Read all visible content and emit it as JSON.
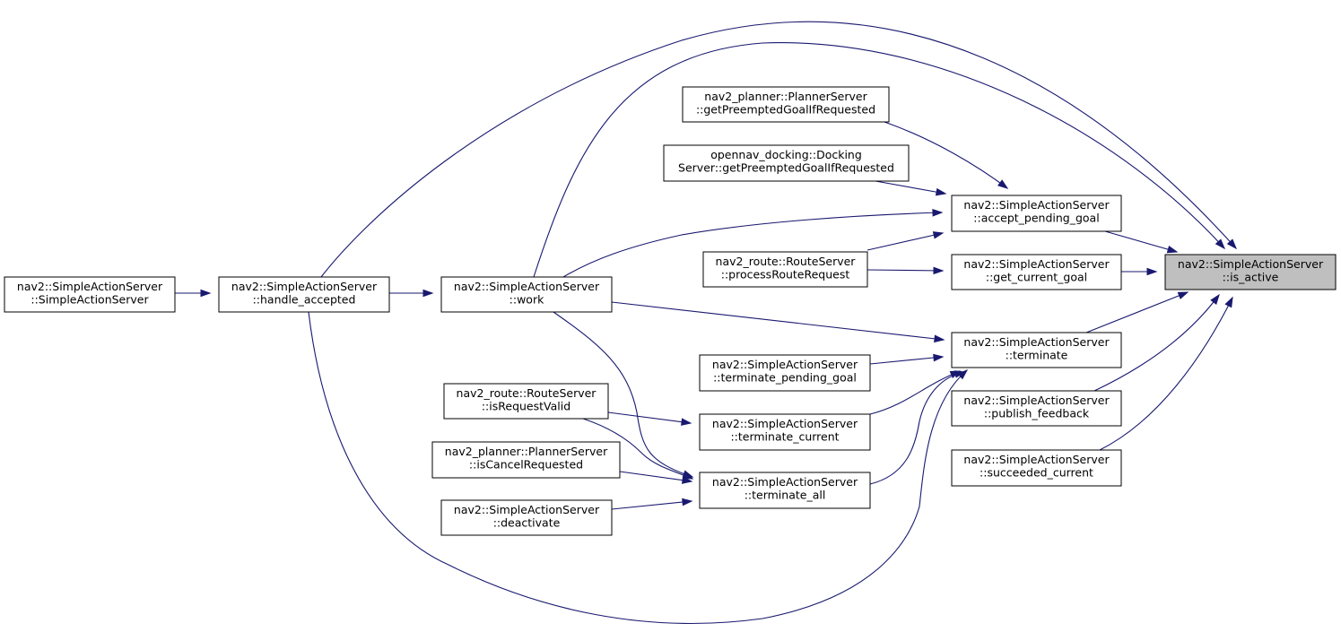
{
  "graph": {
    "nodes": [
      {
        "id": "is_active",
        "lines": [
          "nav2::SimpleActionServer",
          "::is_active"
        ],
        "highlighted": true
      },
      {
        "id": "accept_pending_goal",
        "lines": [
          "nav2::SimpleActionServer",
          "::accept_pending_goal"
        ]
      },
      {
        "id": "get_current_goal",
        "lines": [
          "nav2::SimpleActionServer",
          "::get_current_goal"
        ]
      },
      {
        "id": "terminate",
        "lines": [
          "nav2::SimpleActionServer",
          "::terminate"
        ]
      },
      {
        "id": "publish_feedback",
        "lines": [
          "nav2::SimpleActionServer",
          "::publish_feedback"
        ]
      },
      {
        "id": "succeeded_current",
        "lines": [
          "nav2::SimpleActionServer",
          "::succeeded_current"
        ]
      },
      {
        "id": "planner_getPreempted",
        "lines": [
          "nav2_planner::PlannerServer",
          "::getPreemptedGoalIfRequested"
        ]
      },
      {
        "id": "docking_getPreempted",
        "lines": [
          "opennav_docking::Docking",
          "Server::getPreemptedGoalIfRequested"
        ]
      },
      {
        "id": "processRouteRequest",
        "lines": [
          "nav2_route::RouteServer",
          "::processRouteRequest"
        ]
      },
      {
        "id": "work",
        "lines": [
          "nav2::SimpleActionServer",
          "::work"
        ]
      },
      {
        "id": "handle_accepted",
        "lines": [
          "nav2::SimpleActionServer",
          "::handle_accepted"
        ]
      },
      {
        "id": "ctor",
        "lines": [
          "nav2::SimpleActionServer",
          "::SimpleActionServer"
        ]
      },
      {
        "id": "terminate_pending_goal",
        "lines": [
          "nav2::SimpleActionServer",
          "::terminate_pending_goal"
        ]
      },
      {
        "id": "terminate_current",
        "lines": [
          "nav2::SimpleActionServer",
          "::terminate_current"
        ]
      },
      {
        "id": "terminate_all",
        "lines": [
          "nav2::SimpleActionServer",
          "::terminate_all"
        ]
      },
      {
        "id": "isRequestValid",
        "lines": [
          "nav2_route::RouteServer",
          "::isRequestValid"
        ]
      },
      {
        "id": "isCancelRequested",
        "lines": [
          "nav2_planner::PlannerServer",
          "::isCancelRequested"
        ]
      },
      {
        "id": "deactivate",
        "lines": [
          "nav2::SimpleActionServer",
          "::deactivate"
        ]
      }
    ],
    "edges": [
      {
        "from": "accept_pending_goal",
        "to": "is_active"
      },
      {
        "from": "get_current_goal",
        "to": "is_active"
      },
      {
        "from": "terminate",
        "to": "is_active"
      },
      {
        "from": "publish_feedback",
        "to": "is_active"
      },
      {
        "from": "succeeded_current",
        "to": "is_active"
      },
      {
        "from": "handle_accepted",
        "to": "is_active"
      },
      {
        "from": "work",
        "to": "is_active"
      },
      {
        "from": "planner_getPreempted",
        "to": "accept_pending_goal"
      },
      {
        "from": "docking_getPreempted",
        "to": "accept_pending_goal"
      },
      {
        "from": "work",
        "to": "accept_pending_goal"
      },
      {
        "from": "processRouteRequest",
        "to": "accept_pending_goal"
      },
      {
        "from": "processRouteRequest",
        "to": "get_current_goal"
      },
      {
        "from": "work",
        "to": "terminate"
      },
      {
        "from": "terminate_pending_goal",
        "to": "terminate"
      },
      {
        "from": "terminate_current",
        "to": "terminate"
      },
      {
        "from": "terminate_all",
        "to": "terminate"
      },
      {
        "from": "handle_accepted",
        "to": "terminate"
      },
      {
        "from": "handle_accepted",
        "to": "work"
      },
      {
        "from": "ctor",
        "to": "handle_accepted"
      },
      {
        "from": "isRequestValid",
        "to": "terminate_current"
      },
      {
        "from": "work",
        "to": "terminate_all"
      },
      {
        "from": "isRequestValid",
        "to": "terminate_all"
      },
      {
        "from": "isCancelRequested",
        "to": "terminate_all"
      },
      {
        "from": "deactivate",
        "to": "terminate_all"
      }
    ]
  }
}
